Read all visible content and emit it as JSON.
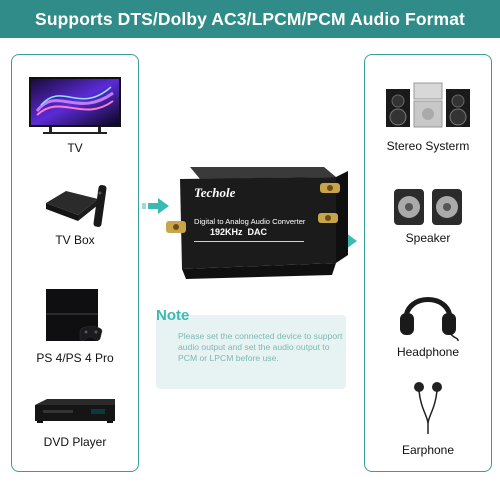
{
  "banner": {
    "title": "Supports DTS/Dolby AC3/LPCM/PCM Audio Format"
  },
  "sources": [
    {
      "label": "TV",
      "icon": "tv-icon"
    },
    {
      "label": "TV Box",
      "icon": "tv-box-icon"
    },
    {
      "label": "PS 4/PS 4 Pro",
      "icon": "game-console-icon"
    },
    {
      "label": "DVD Player",
      "icon": "dvd-player-icon"
    }
  ],
  "outputs": [
    {
      "label": "Stereo Systerm",
      "icon": "stereo-system-icon"
    },
    {
      "label": "Speaker",
      "icon": "speaker-icon"
    },
    {
      "label": "Headphone",
      "icon": "headphone-icon"
    },
    {
      "label": "Earphone",
      "icon": "earphone-icon"
    }
  ],
  "device": {
    "brand": "Techole",
    "subtitle": "Digital to Analog Audio Converter",
    "spec": "192KHz  DAC"
  },
  "note": {
    "title": "Note",
    "text": "Please set the connected device to support audio output and set the audio output to PCM or LPCM before use."
  },
  "colors": {
    "accent": "#2f8c88",
    "panel_border": "#3a9e98",
    "note_title": "#3bbab1"
  }
}
